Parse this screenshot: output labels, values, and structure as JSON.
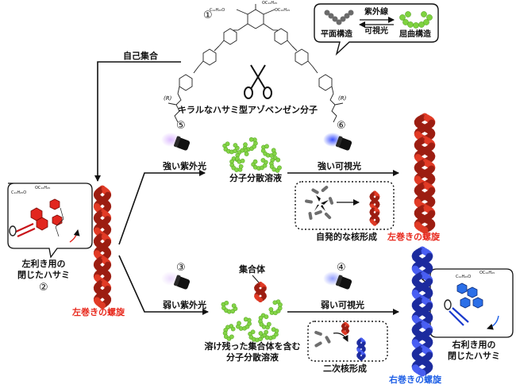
{
  "labels": {
    "step1": "①",
    "step2": "②",
    "step3": "③",
    "step4": "④",
    "step5": "⑤",
    "step6": "⑥",
    "self_assembly": "自己集合",
    "molecule_name": "キラルなハサミ型アゾベンゼン分子",
    "uv_light": "紫外線",
    "visible_light": "可視光",
    "planar": "平面構造",
    "bent": "屈曲構造",
    "strong_uv": "強い紫外光",
    "weak_uv": "弱い紫外光",
    "strong_vis": "強い可視光",
    "weak_vis": "弱い可視光",
    "dispersed": "分子分散溶液",
    "residual_line1": "溶け残った集合体を含む",
    "residual_line2": "分子分散溶液",
    "aggregate": "集合体",
    "spontaneous": "自発的な核形成",
    "secondary": "二次核形成",
    "left_helix_bottom": "左巻きの螺旋",
    "left_helix_right": "左巻きの螺旋",
    "right_helix": "右巻きの螺旋",
    "left_closed_1": "左利き用の",
    "left_closed_2": "閉じたハサミ",
    "right_closed_1": "右利き用の",
    "right_closed_2": "閉じたハサミ",
    "chem_oc12_top": "OC₁₂H₂₅",
    "chem_c12_left": "C₁₂H₂₅O",
    "chem_oc12_right": "OC₁₂H₂₅",
    "chem_r_left": "(R)",
    "chem_r_right": "(R)",
    "chem_c12_inset_a": "C₁₂H₂₅O",
    "chem_oc12_inset_a": "OC₁₂H₂₅",
    "chem_c12_inset_b": "C₁₂H₂₅O",
    "chem_oc12_inset_b": "OC₁₂H₂₅"
  },
  "colors": {
    "red_helix": "#d8321e",
    "blue_helix": "#2a3fd8",
    "green": "#7ed23f",
    "gray": "#6e6e6e",
    "uv_glow": "#c79cf0",
    "vis_glow": "#3b52e8",
    "red_text": "#e8281c",
    "blue_text": "#1e5fe6"
  }
}
